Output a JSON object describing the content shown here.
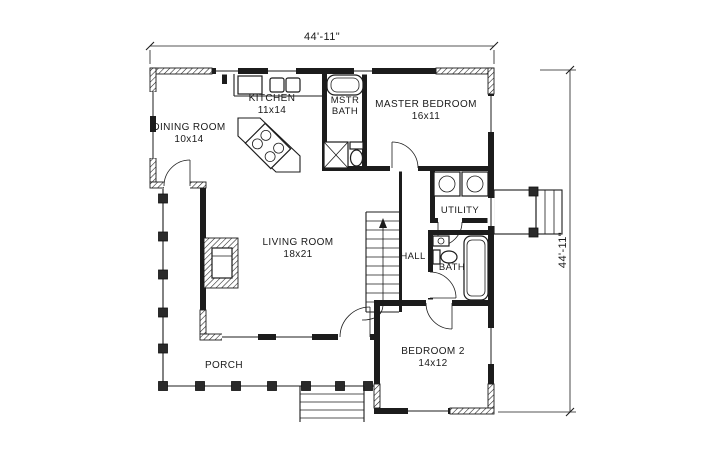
{
  "dimensions": {
    "width_label": "44'-11\"",
    "height_label": "44'-11\""
  },
  "rooms": {
    "dining": {
      "name": "DINING ROOM",
      "size": "10x14"
    },
    "kitchen": {
      "name": "KITCHEN",
      "size": "11x14"
    },
    "mstr_bath": {
      "line1": "MSTR",
      "line2": "BATH"
    },
    "master": {
      "name": "MASTER BEDROOM",
      "size": "16x11"
    },
    "utility": {
      "name": "UTILITY"
    },
    "living": {
      "name": "LIVING ROOM",
      "size": "18x21"
    },
    "hall": {
      "name": "HALL"
    },
    "bath": {
      "name": "BATH"
    },
    "bedroom2": {
      "name": "BEDROOM 2",
      "size": "14x12"
    },
    "porch": {
      "name": "PORCH"
    }
  }
}
